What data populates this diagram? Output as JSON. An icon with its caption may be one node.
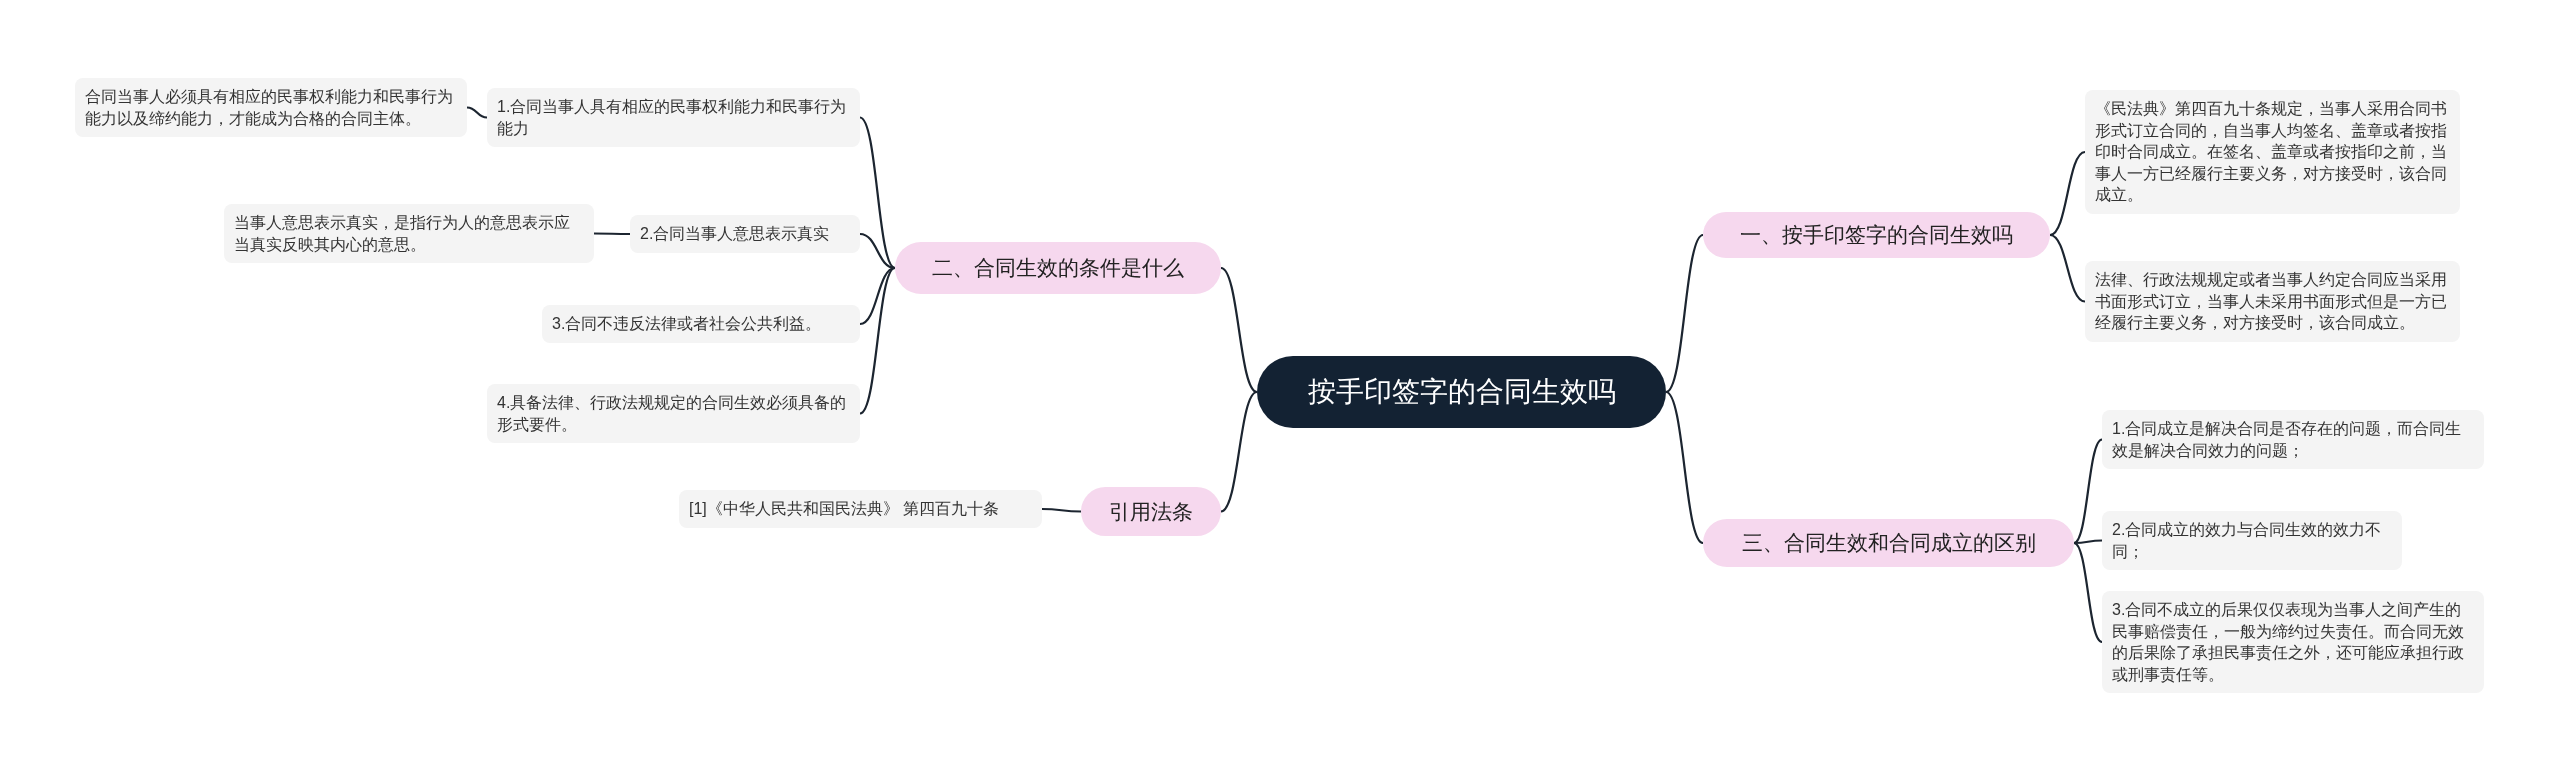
{
  "diagram": {
    "nodes": [
      {
        "text": [
          "按手印签字的合同生效吗"
        ]
      },
      {
        "text": [
          "一、按手印签字的合同生效吗"
        ]
      },
      {
        "text": [
          "《民法典》第四百九十条规定，当事人采用合同书形式订立合同的，自当事人均签名、盖章或者按指印时合同成立。在签名、盖章或者按指印之前，当事人一方已经履行主要义务，对方接受时，该合同成立。"
        ]
      },
      {
        "text": [
          "法律、行政法规规定或者当事人约定合同应当采用书面形式订立，当事人未采用书面形式但是一方已经履行主要义务，对方接受时，该合同成立。"
        ]
      },
      {
        "text": [
          "三、合同生效和合同成立的区别"
        ]
      },
      {
        "text": [
          "1.合同成立是解决合同是否存在的问题，而合同生效是解决合同效力的问题；"
        ]
      },
      {
        "text": [
          "2.合同成立的效力与合同生效的效力不同；"
        ]
      },
      {
        "text": [
          "3.合同不成立的后果仅仅表现为当事人之间产生的民事赔偿责任，一般为缔约过失责任。而合同无效的后果除了承担民事责任之外，还可能应承担行政或刑事责任等。"
        ]
      },
      {
        "text": [
          "二、合同生效的条件是什么"
        ]
      },
      {
        "text": [
          "1.合同当事人具有相应的民事权利能力和民事行为能力"
        ]
      },
      {
        "text": [
          "合同当事人必须具有相应的民事权利能力和民事行为能力以及缔约能力，才能成为合格的合同主体。"
        ]
      },
      {
        "text": [
          "2.合同当事人意思表示真实"
        ]
      },
      {
        "text": [
          "当事人意思表示真实，是指行为人的意思表示应当真实反映其内心的意思。"
        ]
      },
      {
        "text": [
          "3.合同不违反法律或者社会公共利益。"
        ]
      },
      {
        "text": [
          "4.具备法律、行政法规规定的合同生效必须具备的形式要件。"
        ]
      },
      {
        "text": [
          "引用法条"
        ]
      },
      {
        "text": [
          "[1]《中华人民共和国民法典》 第四百九十条"
        ]
      }
    ],
    "edges": [
      {
        "from": 0,
        "to": 1,
        "arrow": "none"
      },
      {
        "from": 1,
        "to": 2,
        "arrow": "none"
      },
      {
        "from": 1,
        "to": 3,
        "arrow": "none"
      },
      {
        "from": 0,
        "to": 4,
        "arrow": "none"
      },
      {
        "from": 4,
        "to": 5,
        "arrow": "none"
      },
      {
        "from": 4,
        "to": 6,
        "arrow": "none"
      },
      {
        "from": 4,
        "to": 7,
        "arrow": "none"
      },
      {
        "from": 0,
        "to": 8,
        "arrow": "none"
      },
      {
        "from": 8,
        "to": 9,
        "arrow": "none"
      },
      {
        "from": 9,
        "to": 10,
        "arrow": "none"
      },
      {
        "from": 8,
        "to": 11,
        "arrow": "none"
      },
      {
        "from": 11,
        "to": 12,
        "arrow": "none"
      },
      {
        "from": 8,
        "to": 13,
        "arrow": "none"
      },
      {
        "from": 8,
        "to": 14,
        "arrow": "none"
      },
      {
        "from": 0,
        "to": 15,
        "arrow": "none"
      },
      {
        "from": 15,
        "to": 16,
        "arrow": "none"
      }
    ]
  }
}
